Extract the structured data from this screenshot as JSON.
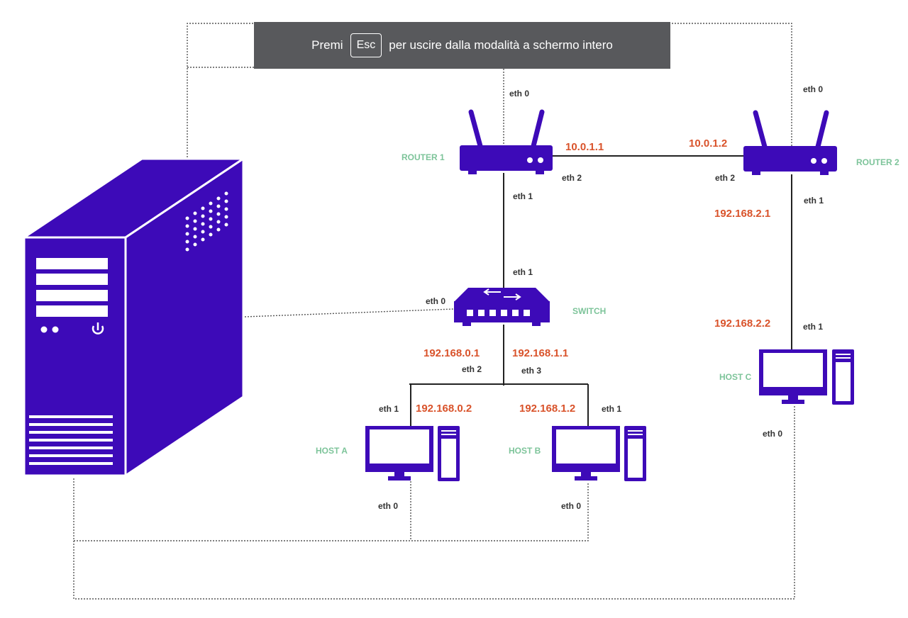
{
  "fullscreen_toast": {
    "before_key": "Premi",
    "key": "Esc",
    "after_key": "per uscire dalla modalità a schermo intero"
  },
  "devices": {
    "router1": "ROUTER 1",
    "router2": "ROUTER 2",
    "switch": "SWITCH",
    "host_a": "HOST A",
    "host_b": "HOST B",
    "host_c": "HOST C"
  },
  "ports": {
    "r1_eth0": "eth 0",
    "r1_eth1": "eth 1",
    "r1_eth2": "eth 2",
    "r2_eth0": "eth 0",
    "r2_eth1": "eth 1",
    "r2_eth2": "eth 2",
    "sw_eth0": "eth 0",
    "sw_eth1": "eth 1",
    "sw_eth2": "eth 2",
    "sw_eth3": "eth 3",
    "ha_eth0": "eth 0",
    "ha_eth1": "eth 1",
    "hb_eth0": "eth 0",
    "hb_eth1": "eth 1",
    "hc_eth0": "eth 0",
    "hc_eth1": "eth 1"
  },
  "addresses": {
    "r1_eth2": "10.0.1.1",
    "r2_eth2": "10.0.1.2",
    "r2_eth1": "192.168.2.1",
    "hc_eth1": "192.168.2.2",
    "sw_eth2": "192.168.0.1",
    "sw_eth3": "192.168.1.1",
    "ha_eth1": "192.168.0.2",
    "hb_eth1": "192.168.1.2"
  },
  "colors": {
    "device": "#3d0ab8",
    "ip": "#d9532b",
    "device_label": "#7dc49a",
    "toast_bg": "#58595c"
  }
}
